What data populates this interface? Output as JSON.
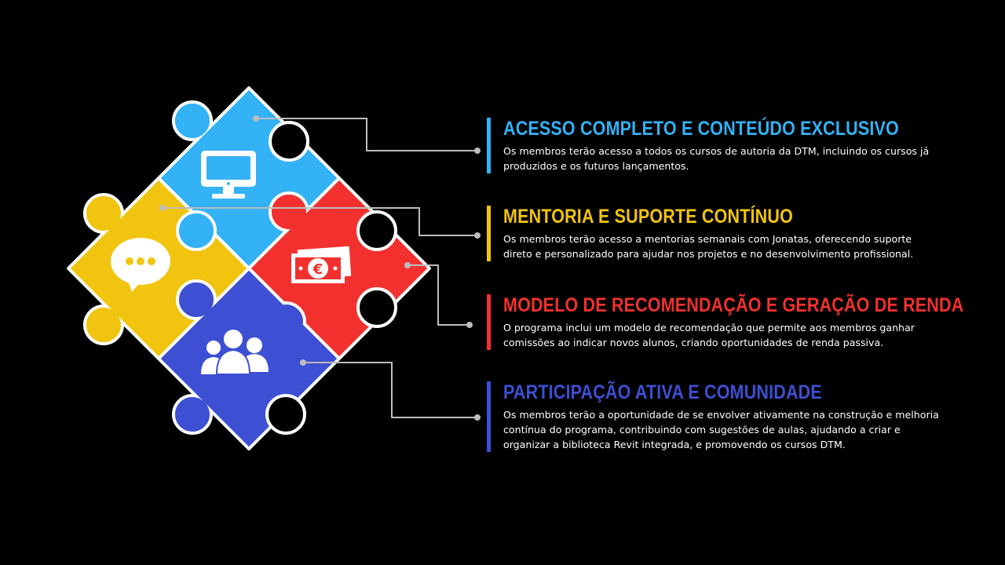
{
  "colors": {
    "blue": "#33B2F6",
    "yellow": "#F1C40F",
    "red": "#F2312F",
    "indigo": "#3D4FD2",
    "connector": "#BDBDBD",
    "text": "#FFFFFF",
    "background": "#000000"
  },
  "pieces": [
    {
      "name": "blue",
      "icon": "monitor-icon"
    },
    {
      "name": "yellow",
      "icon": "chat-bubble-icon"
    },
    {
      "name": "red",
      "icon": "euro-banknote-icon"
    },
    {
      "name": "indigo",
      "icon": "people-group-icon"
    }
  ],
  "items": [
    {
      "title": "ACESSO COMPLETO E CONTEÚDO EXCLUSIVO",
      "text": "Os membros terão acesso a todos os cursos de autoria da DTM, incluindo os cursos já produzidos e os futuros lançamentos.",
      "color": "#33B2F6"
    },
    {
      "title": "MENTORIA E SUPORTE CONTÍNUO",
      "text": "Os membros terão acesso a mentorias semanais com Jonatas, oferecendo suporte direto e personalizado para ajudar nos projetos e no desenvolvimento profissional.",
      "color": "#F1C40F"
    },
    {
      "title": "MODELO DE RECOMENDAÇÃO E GERAÇÃO DE RENDA",
      "text": "O programa inclui um modelo de recomendação que permite aos membros ganhar comissões ao indicar novos alunos, criando oportunidades de renda passiva.",
      "color": "#F2312F"
    },
    {
      "title": "PARTICIPAÇÃO ATIVA E COMUNIDADE",
      "text": "Os membros terão a oportunidade de se envolver ativamente na construção e melhoria contínua do programa, contribuindo com sugestões de aulas, ajudando a criar e organizar a biblioteca Revit integrada, e promovendo os cursos DTM.",
      "color": "#3D4FD2"
    }
  ]
}
